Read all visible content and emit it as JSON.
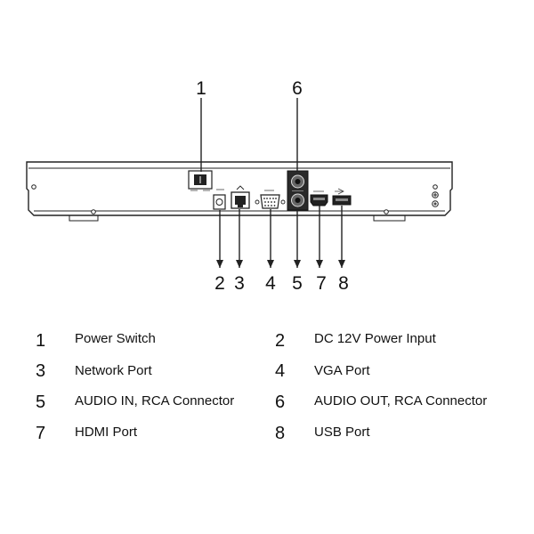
{
  "callouts": [
    "1",
    "6",
    "2",
    "3",
    "4",
    "5",
    "7",
    "8"
  ],
  "legend": [
    {
      "num": "1",
      "label": "Power Switch"
    },
    {
      "num": "2",
      "label": "DC 12V Power Input"
    },
    {
      "num": "3",
      "label": "Network Port"
    },
    {
      "num": "4",
      "label": "VGA Port"
    },
    {
      "num": "5",
      "label": "AUDIO IN, RCA Connector"
    },
    {
      "num": "6",
      "label": "AUDIO OUT, RCA Connector"
    },
    {
      "num": "7",
      "label": "HDMI Port"
    },
    {
      "num": "8",
      "label": "USB Port"
    }
  ],
  "icon_names": [
    "power-switch-icon",
    "dc-power-jack-icon",
    "network-port-icon",
    "vga-port-icon",
    "rca-audio-icon",
    "hdmi-port-icon",
    "usb-port-icon",
    "ground-screw-icon"
  ]
}
